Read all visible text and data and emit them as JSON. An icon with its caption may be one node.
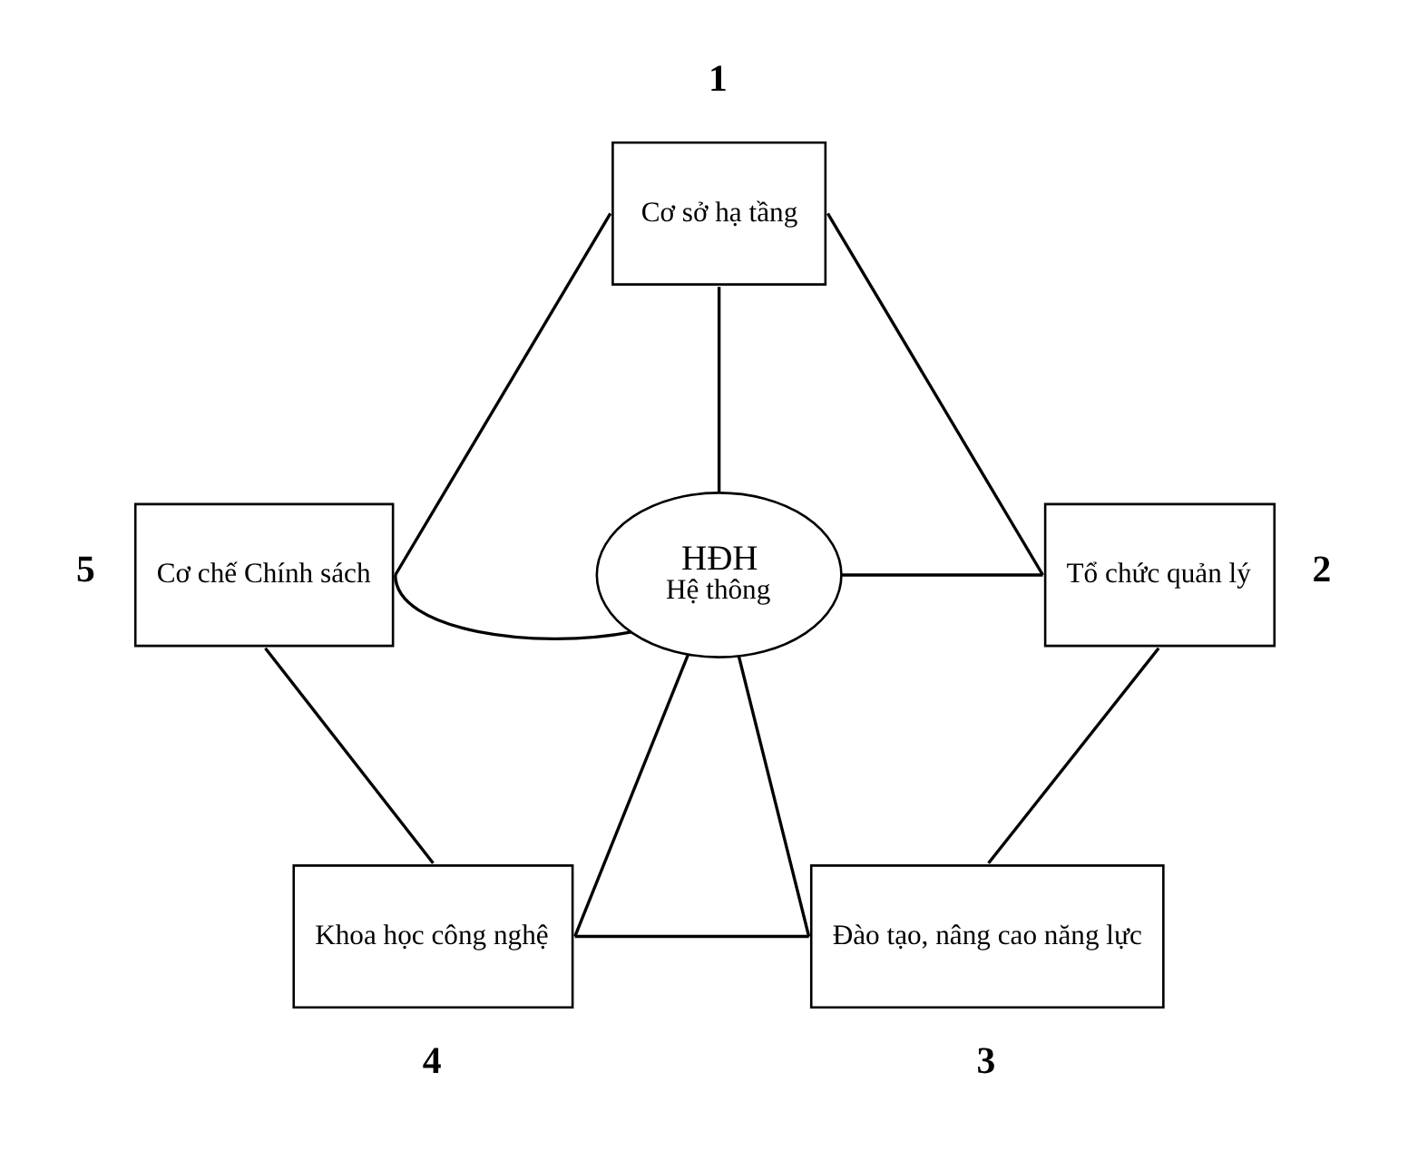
{
  "diagram": {
    "nodes": [
      {
        "text": [
          "Cơ sở hạ tầng"
        ],
        "beside": [
          "1"
        ]
      },
      {
        "text": [
          "Cơ chế Chính sách"
        ],
        "beside": [
          "5"
        ]
      },
      {
        "text": [
          "HĐH",
          "Hệ thông"
        ]
      },
      {
        "text": [
          "Tổ chức quản lý"
        ],
        "beside": [
          "2"
        ]
      },
      {
        "text": [
          "Khoa học công nghệ"
        ],
        "beside": [
          "4"
        ]
      },
      {
        "text": [
          "Đào tạo, nâng cao năng lực"
        ],
        "beside": [
          "3"
        ]
      }
    ],
    "edges": [
      {
        "from": 0,
        "to": 1,
        "arrow": "none"
      },
      {
        "from": 0,
        "to": 3,
        "arrow": "none"
      },
      {
        "from": 0,
        "to": 2,
        "arrow": "none"
      },
      {
        "from": 1,
        "to": 2,
        "arrow": "none"
      },
      {
        "from": 2,
        "to": 3,
        "arrow": "none"
      },
      {
        "from": 1,
        "to": 4,
        "arrow": "none"
      },
      {
        "from": 3,
        "to": 5,
        "arrow": "none"
      },
      {
        "from": 2,
        "to": 4,
        "arrow": "none"
      },
      {
        "from": 2,
        "to": 5,
        "arrow": "none"
      },
      {
        "from": 4,
        "to": 5,
        "arrow": "none"
      }
    ]
  }
}
